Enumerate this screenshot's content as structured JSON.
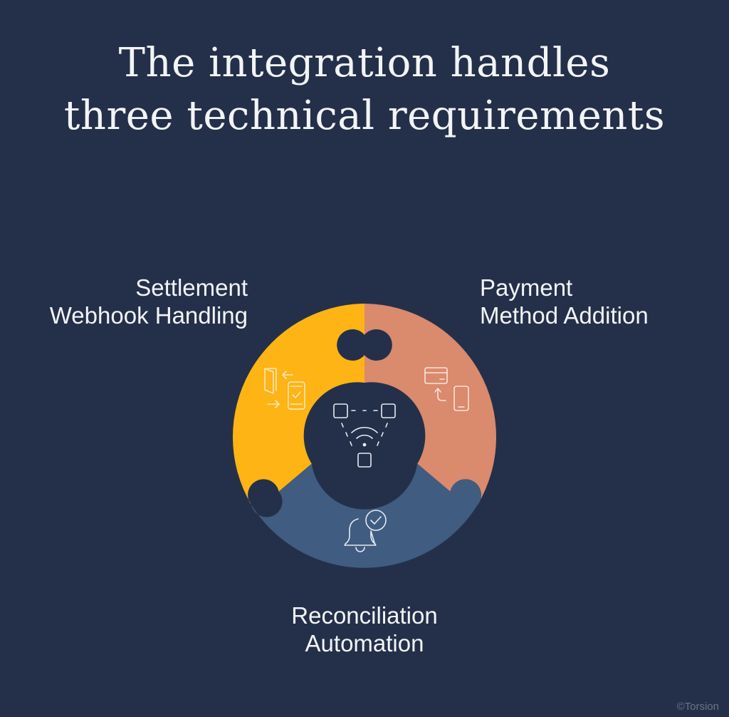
{
  "title": {
    "line1": "The integration handles",
    "line2": "three technical requirements"
  },
  "segments": [
    {
      "id": "settlement",
      "line1": "Settlement",
      "line2": "Webhook Handling",
      "color": "#FDB414",
      "icon": "document-phone-sync-icon"
    },
    {
      "id": "payment",
      "line1": "Payment",
      "line2": "Method Addition",
      "color": "#DA8A6D",
      "icon": "card-to-phone-icon"
    },
    {
      "id": "reconciliation",
      "line1": "Reconciliation",
      "line2": "Automation",
      "color": "#405C80",
      "icon": "bell-check-icon"
    }
  ],
  "center": {
    "color": "#243049",
    "icon": "wireless-network-icon"
  },
  "copyright": "©Torsion"
}
